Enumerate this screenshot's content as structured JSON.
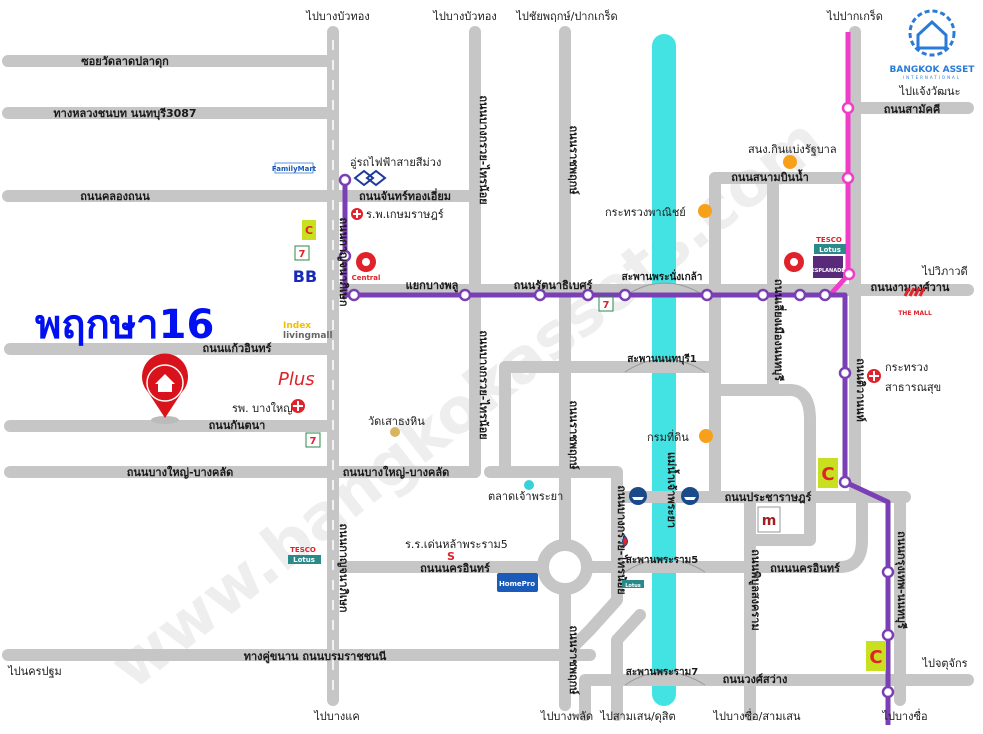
{
  "title": "พฤกษา16",
  "logo": {
    "name": "BANGKOK ASSET",
    "sub": "INTERNATIONAL"
  },
  "watermark": "www.bangkokassets.com",
  "colors": {
    "road": "#c6c6c6",
    "river": "#44e3e3",
    "purple_line": "#7b3fb5",
    "pink_line": "#f03cc8",
    "title": "#0010f0",
    "marker": "#d8131b",
    "poi_dot": "#f7a11a"
  },
  "destinations": [
    "ไปบางบัวทอง",
    "ไปบางบัวทอง",
    "ไปชัยพฤกษ์/ปากเกร็ด",
    "ไปปากเกร็ด",
    "ไปแจ้งวัฒนะ",
    "ไปวิภาวดี",
    "ไปนครปฐม",
    "ไปบางแค",
    "ไปบางพลัด",
    "ไปสามเสน/ดุสิต",
    "ไปบางซื่อ/สามเสน",
    "ไปบางซื่อ",
    "ไปจตุจักร"
  ],
  "roads": {
    "soi_wat_lat_pla_duk": "ซอยวัดลาดปลาดุก",
    "rural_highway": "ทางหลวงชนบท นนทบุรี3087",
    "khlong_thanon": "ถนนคลองถนน",
    "chan_thong_iam": "ถนนจันทร์ทองเอี่ยม",
    "bang_phlu_junction": "แยกบางพลู",
    "rattanathibet": "ถนนรัตนาธิเบศร์",
    "samakkhi": "ถนนสามัคคี",
    "sanam_bin_nam": "ถนนสนามบินน้ำ",
    "ngam_wong_wan": "ถนนงามวงศ์วาน",
    "kaeo_in": "ถนนแก้วอินทร์",
    "kantana": "ถนนกันตนา",
    "bang_yai_bang_khlat": "ถนนบางใหญ่-บางคลัด",
    "nakhon_in": "ถนนนครอินทร์",
    "pracharat": "ถนนประชาราษฎร์",
    "borommaratchachonnani": "ทางคู่ขนาน ถนนบรมราชชนนี",
    "wong_sawang": "ถนนวงศ์สว่าง",
    "kanchanaphisek": "ถนนกาญจนาภิเษก",
    "bang_kruai_sai_noi": "ถนนบางกรวย-ไทรน้อย",
    "ratchaphruek": "ถนนราชพฤกษ์",
    "liang_mueang_nonthaburi": "ถนนเลี่ยงเมืองนนทบุรี",
    "tiwanon": "ถนนติวานนท์",
    "krungthep_nonthaburi": "ถนนกรุงเทพ-นนทบุรี",
    "phibun_songkhram": "ถนนพิบูลสงคราม",
    "river": "แม่น้ำเจ้าพระยา"
  },
  "bridges": [
    "สะพานพระนั่งเกล้า",
    "สะพานนนทบุรี1",
    "สะพานพระราม5",
    "สะพานพระราม7"
  ],
  "landmarks": {
    "purple_depot": "อู่รถไฟฟ้าสายสีม่วง",
    "kasemrad": "ร.พ.เกษมราษฎร์",
    "lottery_office": "สนง.กินแบ่งรัฐบาล",
    "commerce_ministry": "กระทรวงพาณิชย์",
    "health_ministry_1": "กระทรวง",
    "health_ministry_2": "สาธารณสุข",
    "bang_yai_hospital": "รพ. บางใหญ่",
    "wat_sao_thong_hin": "วัดเสาธงหิน",
    "land_department": "กรมที่ดิน",
    "chao_phraya_market": "ตลาดเจ้าพระยา",
    "denla_school": "ร.ร.เด่นหล้าพระราม5"
  },
  "brands": {
    "familymart": "FamilyMart",
    "index_1": "Index",
    "index_2": "livingmall",
    "central": "Central",
    "tesco": "TESCO",
    "lotus": "Lotus",
    "bigc": "C",
    "seven": "7",
    "bb": "BB",
    "the_mall": "THE MALL",
    "homepro": "HomePro",
    "major": "m",
    "esplanade": "ESPLANADE",
    "plus_mall": "Plus"
  }
}
